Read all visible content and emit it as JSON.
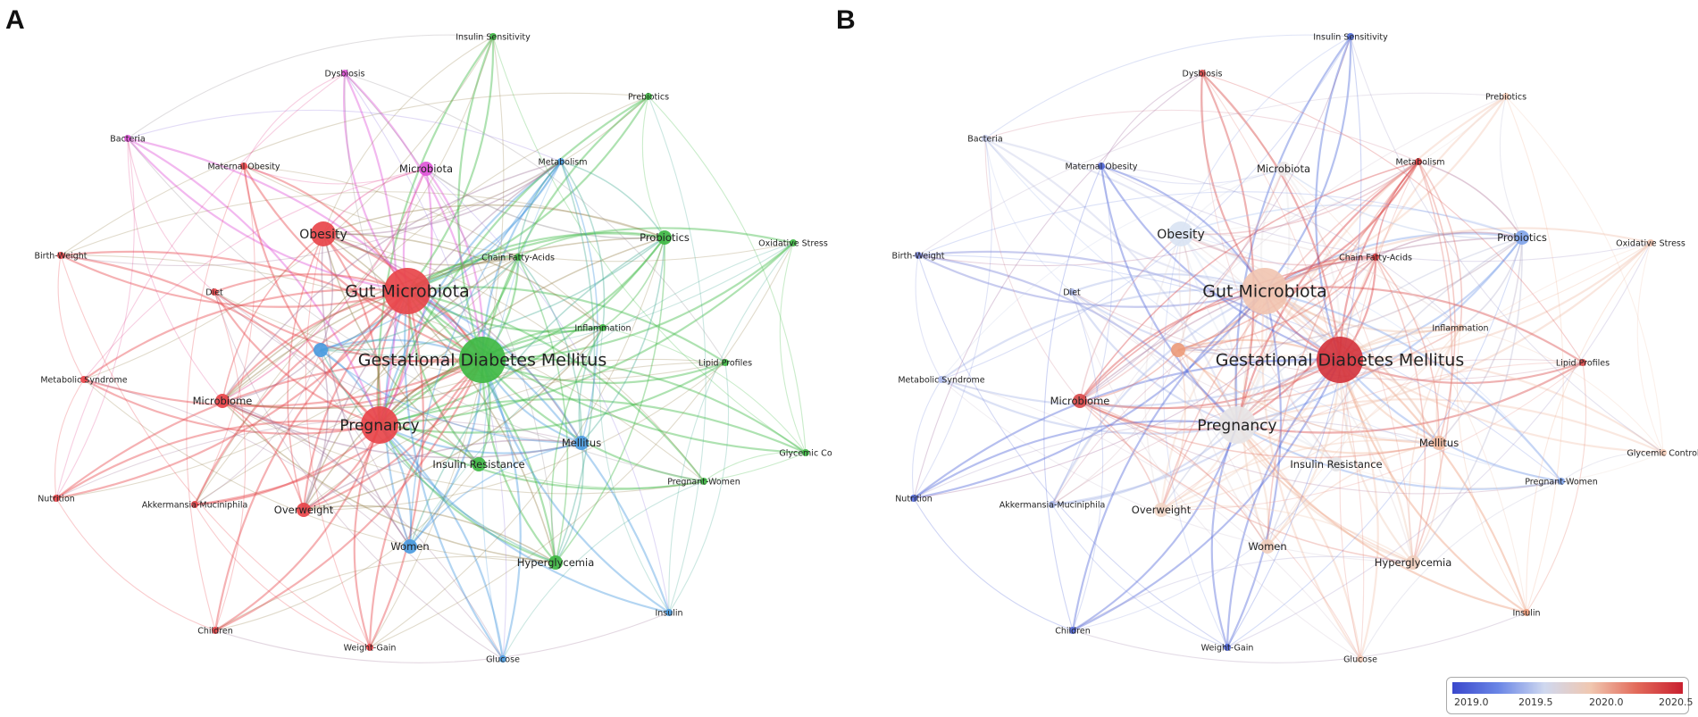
{
  "panels": [
    {
      "letter": "A"
    },
    {
      "letter": "B"
    }
  ],
  "nodes": [
    {
      "id": "gdm",
      "label": "Gestational Diabetes Mellitus",
      "cluster": "green",
      "year": "#d3313a",
      "weight": "xl"
    },
    {
      "id": "gut",
      "label": "Gut Microbiota",
      "cluster": "red",
      "year": "#f1c4b0",
      "weight": "xl"
    },
    {
      "id": "preg",
      "label": "Pregnancy",
      "cluster": "red",
      "year": "#e7e4e6",
      "weight": "l"
    },
    {
      "id": "obes",
      "label": "Obesity",
      "cluster": "red",
      "year": "#d9e3f3",
      "weight": "m"
    },
    {
      "id": "ir",
      "label": "Insulin Resistance",
      "cluster": "green",
      "year": "#e3e3e6",
      "weight": "s"
    },
    {
      "id": "prob",
      "label": "Probiotics",
      "cluster": "green",
      "year": "#7ea3ea",
      "weight": "s"
    },
    {
      "id": "mbio",
      "label": "Microbiome",
      "cluster": "red",
      "year": "#d84848",
      "weight": "s"
    },
    {
      "id": "mbiota",
      "label": "Microbiota",
      "cluster": "magenta",
      "year": "#eae6e6",
      "weight": "s"
    },
    {
      "id": "metab",
      "label": "Metabolism",
      "cluster": "blue",
      "year": "#d8383c",
      "weight": "xs"
    },
    {
      "id": "mell",
      "label": "Mellitus",
      "cluster": "blue",
      "year": "#f0b99e",
      "weight": "s"
    },
    {
      "id": "women",
      "label": "Women",
      "cluster": "blue",
      "year": "#efcdbb",
      "weight": "s"
    },
    {
      "id": "hyper",
      "label": "Hyperglycemia",
      "cluster": "green",
      "year": "#efcdbb",
      "weight": "s"
    },
    {
      "id": "overw",
      "label": "Overweight",
      "cluster": "red",
      "year": "#f2d6c6",
      "weight": "s"
    },
    {
      "id": "cfa",
      "label": "Chain Fatty-Acids",
      "cluster": "green",
      "year": "#d8383c",
      "weight": "xs"
    },
    {
      "id": "infl",
      "label": "Inflammation",
      "cluster": "green",
      "year": "#ecc3ae",
      "weight": "xs"
    },
    {
      "id": "unl",
      "label": "",
      "cluster": "blue",
      "year": "#ec9b7a",
      "weight": "s"
    },
    {
      "id": "insens",
      "label": "Insulin Sensitivity",
      "cluster": "green",
      "year": "#4f6bd8",
      "weight": "xs"
    },
    {
      "id": "dysb",
      "label": "Dysbiosis",
      "cluster": "magenta",
      "year": "#d84848",
      "weight": "xs"
    },
    {
      "id": "preb",
      "label": "Prebiotics",
      "cluster": "green",
      "year": "#f2c9b4",
      "weight": "xs"
    },
    {
      "id": "bact",
      "label": "Bacteria",
      "cluster": "magenta",
      "year": "#c5cbe8",
      "weight": "xs"
    },
    {
      "id": "matob",
      "label": "Maternal Obesity",
      "cluster": "red",
      "year": "#5066d8",
      "weight": "xs"
    },
    {
      "id": "bw",
      "label": "Birth-Weight",
      "cluster": "red",
      "year": "#7b86d8",
      "weight": "xs"
    },
    {
      "id": "diet",
      "label": "Diet",
      "cluster": "red",
      "year": "#aab7e8",
      "weight": "xs"
    },
    {
      "id": "oxs",
      "label": "Oxidative Stress",
      "cluster": "green",
      "year": "#f0c4b0",
      "weight": "xs"
    },
    {
      "id": "metsyn",
      "label": "Metabolic Syndrome",
      "cluster": "red",
      "year": "#aab7e8",
      "weight": "xs"
    },
    {
      "id": "lipid",
      "label": "Lipid Profiles",
      "cluster": "green",
      "year": "#d84848",
      "weight": "xs"
    },
    {
      "id": "glyc",
      "label": "Glycemic Control",
      "cluster": "green",
      "year": "#f2c9b4",
      "weight": "xs"
    },
    {
      "id": "nutr",
      "label": "Nutrition",
      "cluster": "red",
      "year": "#5066d8",
      "weight": "xs"
    },
    {
      "id": "akk",
      "label": "Akkermansia-Muciniphila",
      "cluster": "red",
      "year": "#aab7e8",
      "weight": "xs"
    },
    {
      "id": "pw",
      "label": "Pregnant-Women",
      "cluster": "green",
      "year": "#7ea3ea",
      "weight": "xs"
    },
    {
      "id": "child",
      "label": "Children",
      "cluster": "red",
      "year": "#5066d8",
      "weight": "xs"
    },
    {
      "id": "wg",
      "label": "Weight-Gain",
      "cluster": "red",
      "year": "#5066d8",
      "weight": "xs"
    },
    {
      "id": "gluc",
      "label": "Glucose",
      "cluster": "blue",
      "year": "#f2c9b4",
      "weight": "xs"
    },
    {
      "id": "insul",
      "label": "Insulin",
      "cluster": "blue",
      "year": "#ec9b7a",
      "weight": "xs"
    }
  ],
  "panel_a": {
    "labels": {
      "glyc": "Glycemic Co"
    }
  },
  "cluster_colors": {
    "red": "#e8454a",
    "green": "#3fb944",
    "blue": "#4b9be0",
    "magenta": "#df56d9"
  },
  "legend": {
    "ticks": [
      "2019.0",
      "2019.5",
      "2020.0",
      "2020.5"
    ],
    "colors": [
      "#3a48cc",
      "#6a86e6",
      "#cfd8ef",
      "#f0c7b0",
      "#e26a5a",
      "#c9202f"
    ]
  }
}
